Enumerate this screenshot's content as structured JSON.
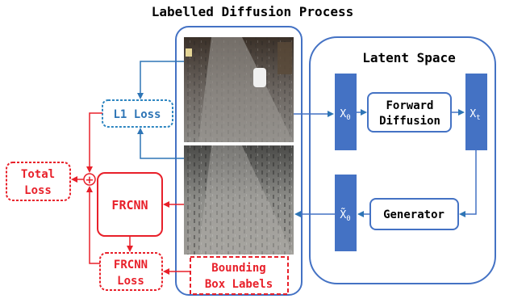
{
  "title": "Labelled Diffusion Process",
  "latent_space": {
    "title": "Latent Space",
    "x0_label": "X",
    "x0_sub": "0",
    "xt_label": "X",
    "xt_sub": "t",
    "xhat0_label": "X̃",
    "xhat0_sub": "0",
    "forward_diffusion": [
      "Forward",
      "Diffusion"
    ],
    "generator": "Generator"
  },
  "l1_loss": "L1 Loss",
  "total_loss": [
    "Total",
    "Loss"
  ],
  "frcnn": "FRCNN",
  "frcnn_loss": [
    "FRCNN",
    "Loss"
  ],
  "bounding_box_labels": [
    "Bounding",
    "Box Labels"
  ],
  "sum_symbol": "+",
  "colors": {
    "blue_outline": "#4472C4",
    "blue_fill": "#4472C4",
    "red": "#E8202A",
    "loss_blue_text": "#2E75B6",
    "l1_border": "#2E86C1"
  }
}
